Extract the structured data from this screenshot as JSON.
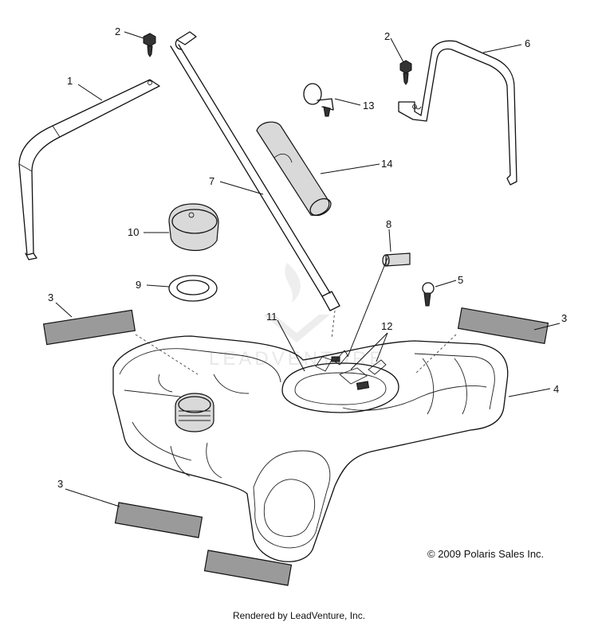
{
  "callouts": {
    "c1": "1",
    "c2a": "2",
    "c2b": "2",
    "c3a": "3",
    "c3b": "3",
    "c3c": "3",
    "c4": "4",
    "c5": "5",
    "c6": "6",
    "c7": "7",
    "c8": "8",
    "c9": "9",
    "c10": "10",
    "c11": "11",
    "c12": "12",
    "c13": "13",
    "c14": "14"
  },
  "copyright": "© 2009 Polaris Sales Inc.",
  "rendered_by": "Rendered by LeadVenture, Inc.",
  "watermark": "LEADVENTURE"
}
